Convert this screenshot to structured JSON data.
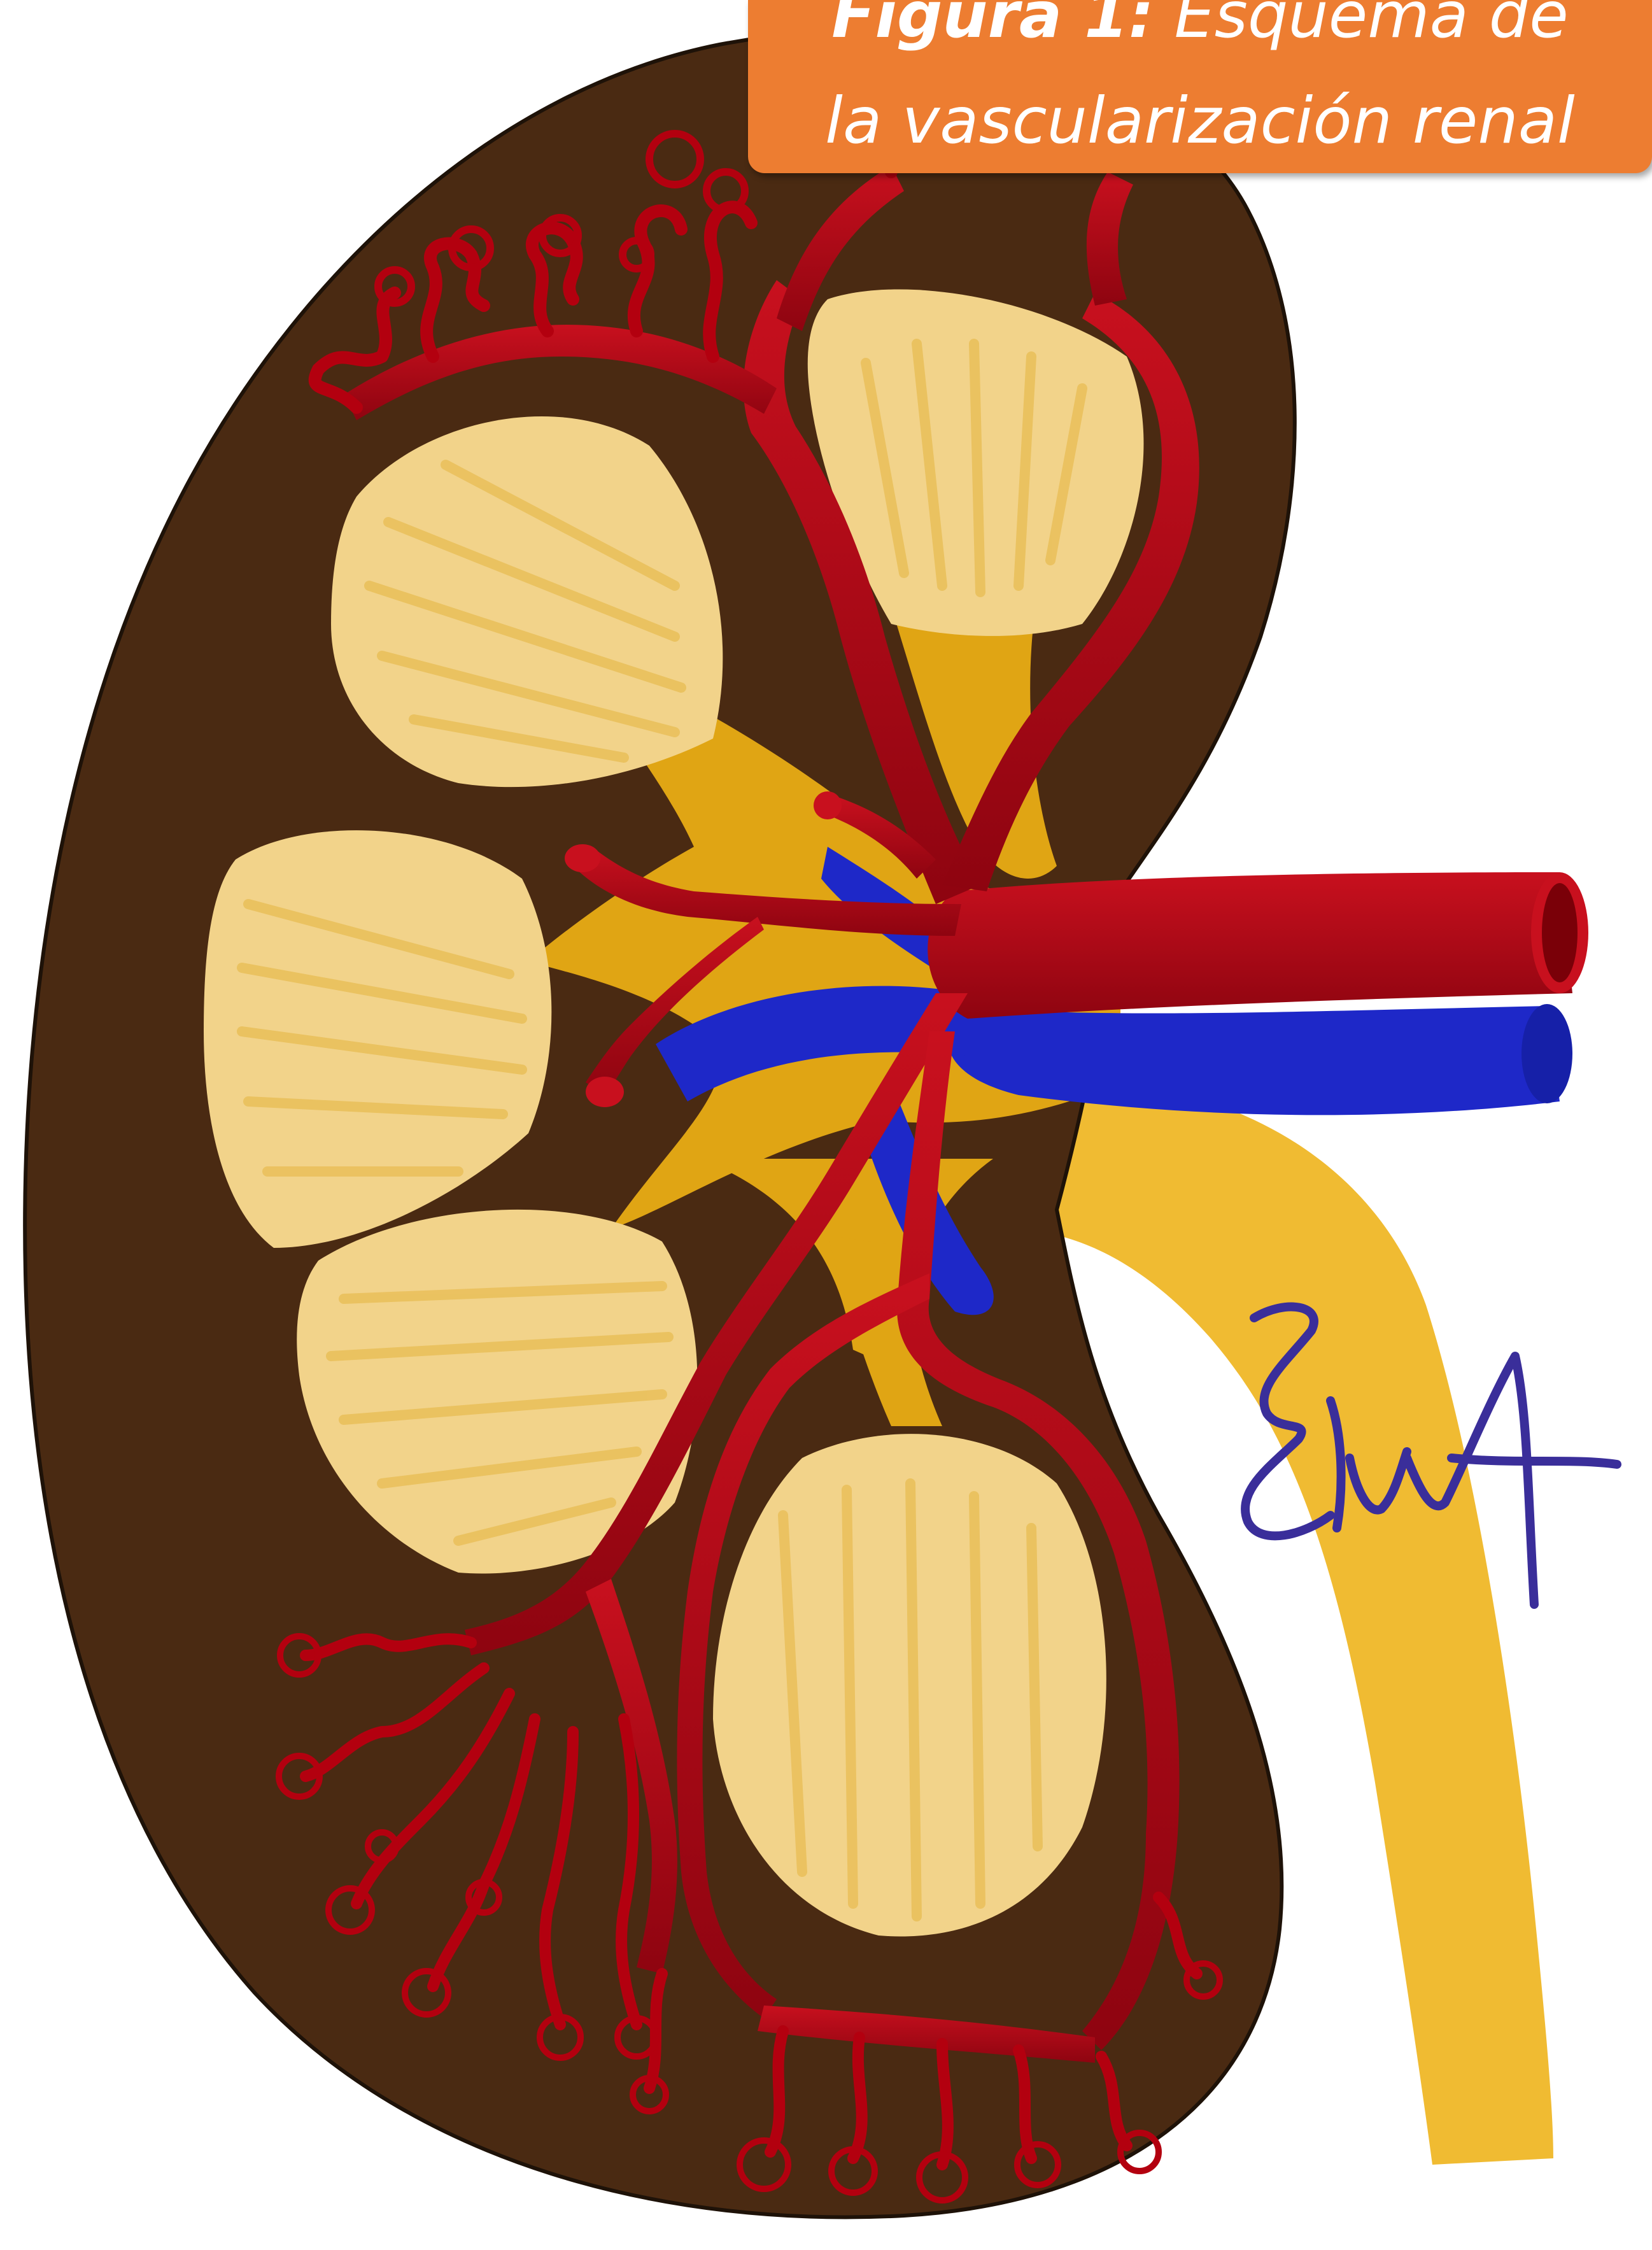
{
  "caption": {
    "label": "Figura 1:",
    "title_line1": "Esquema de",
    "title_line2": "la vascularización renal",
    "background_color": "#ED7D31",
    "text_color": "#FFFFFF"
  },
  "colors": {
    "cortex": "#4A2A12",
    "cortex_outline": "#1E1208",
    "pyramid": "#F2D38A",
    "pyramid_striation": "#E9BE56",
    "calyx_pelvis": "#E0A514",
    "ureter": "#EEB41C",
    "artery": "#B3000F",
    "artery_shadow": "#7A0008",
    "vein": "#1E28C8",
    "signature": "#3A2E9A"
  },
  "signature": {
    "type": "handwritten-signature"
  }
}
